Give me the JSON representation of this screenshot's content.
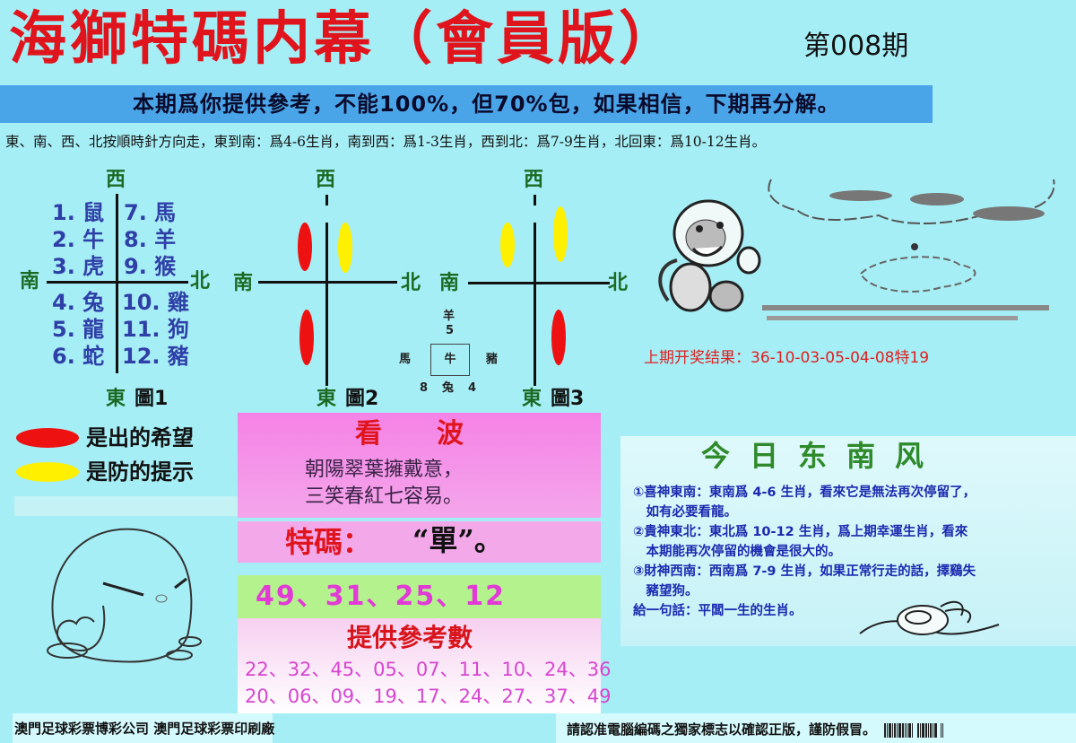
{
  "header": {
    "title": "海獅特碼内幕（會員版）",
    "issue": "第008期",
    "banner": "本期爲你提供參考，不能100%，但70%包，如果相信，下期再分解。",
    "rule": "東、南、西、北按順時針方向走，東到南：爲4-6生肖，南到西：爲1-3生肖，西到北：爲7-9生肖，北回東：爲10-12生肖。"
  },
  "directions": {
    "west": "西",
    "south": "南",
    "north": "北",
    "east": "東"
  },
  "figure1": {
    "label": "圖1",
    "zodiac_left_top": [
      "1. 鼠",
      "2. 牛",
      "3. 虎"
    ],
    "zodiac_right_top": [
      "7. 馬",
      "8. 羊",
      "9. 猴"
    ],
    "zodiac_left_bottom": [
      "4. 兔",
      "5. 龍",
      "6. 蛇"
    ],
    "zodiac_right_bottom": [
      "10. 雞",
      "11. 狗",
      "12. 豬"
    ]
  },
  "figure2": {
    "label": "圖2"
  },
  "figure3": {
    "label": "圖3"
  },
  "mini_diagram": {
    "top_zodiac": "羊",
    "top_number": "5",
    "left": "馬",
    "center": "牛",
    "right": "豬",
    "bottom_left": "8",
    "bottom_center": "兔",
    "bottom_right": "4"
  },
  "legend": {
    "red_label": "是出的希望",
    "yellow_label": "是防的提示",
    "colors": {
      "red": "#ee1111",
      "yellow": "#fff000"
    }
  },
  "last_result": "上期开奖结果：36-10-03-05-04-08特19",
  "wave": {
    "title_a": "看",
    "title_b": "波",
    "poem_line1": "朝陽翠葉擁戴意，",
    "poem_line2": "三笑春紅七容易。"
  },
  "special_code": {
    "label": "特碼：",
    "value": "“單”。"
  },
  "hot_numbers": "49、31、25、12",
  "reference": {
    "title": "提供參考數",
    "line1": "22、32、45、05、07、11、10、24、36",
    "line2": "20、06、09、19、17、24、27、37、49"
  },
  "wind": {
    "title": "今日东南风",
    "lines": [
      "①喜神東南：東南爲 4-6 生肖，看來它是無法再次停留了，",
      "　如有必要看龍。",
      "②貴神東北：東北爲 10-12 生肖，爲上期幸運生肖，看來",
      "　本期能再次停留的機會是很大的。",
      "③財神西南：西南爲 7-9 生肖，如果正常行走的話，擇鷄失",
      "　豬望狗。",
      "給一句話：平闆一生的生肖。"
    ]
  },
  "footer": {
    "left": "澳門足球彩票博彩公司  澳門足球彩票印刷廠",
    "right": "請認准電腦編碼之獨家標志以確認正版，謹防假冒。"
  },
  "icons": {
    "monkey": "monkey-cartoon-icon",
    "cloud": "cloud-landscape-icon",
    "chick": "chick-cartoon-icon",
    "rabbit": "rabbit-cartoon-icon",
    "barcode": "barcode-icon"
  }
}
